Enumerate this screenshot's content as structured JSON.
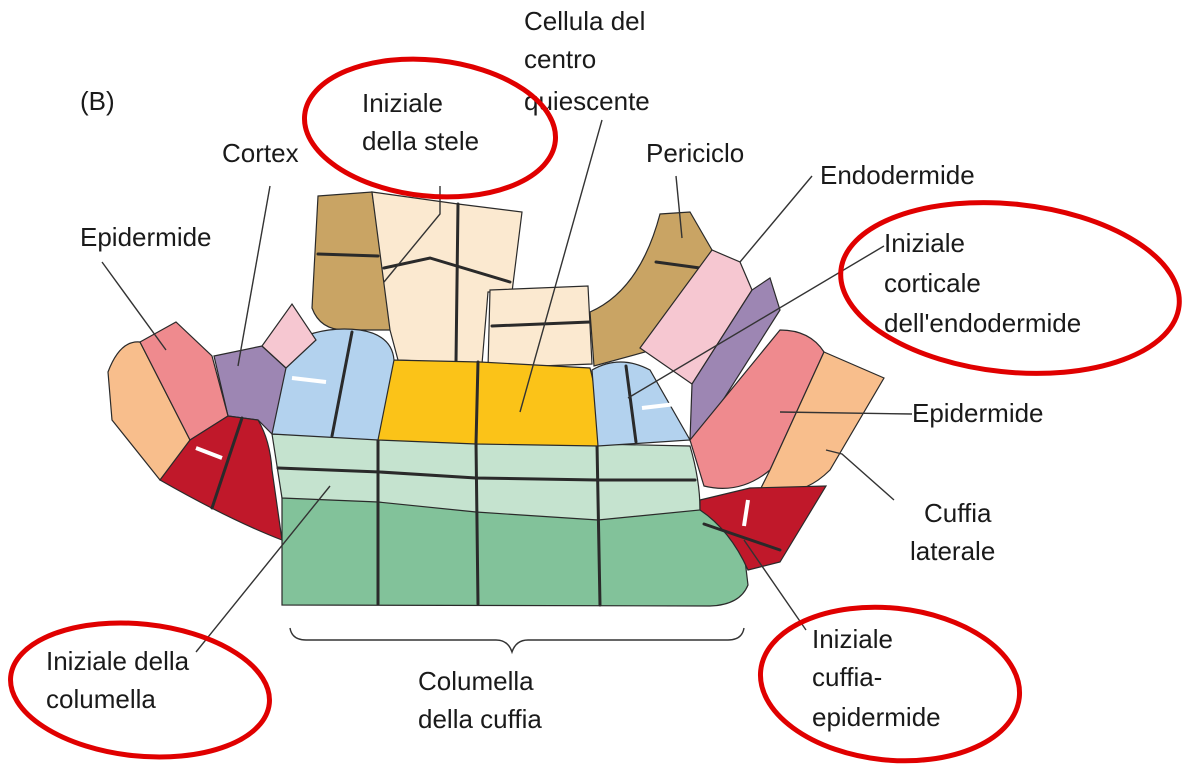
{
  "panel_letter": "(B)",
  "labels": {
    "cellula_centro": [
      "Cellula del",
      "centro",
      "quiescente"
    ],
    "iniziale_stele": [
      "Iniziale",
      "della stele"
    ],
    "cortex": "Cortex",
    "periciclo": "Periciclo",
    "endodermide": "Endodermide",
    "epidermide_left": "Epidermide",
    "iniziale_corticale": [
      "Iniziale",
      "corticale",
      "dell'endodermide"
    ],
    "epidermide_right": "Epidermide",
    "cuffia_laterale": [
      "Cuffia",
      "laterale"
    ],
    "iniziale_columella": [
      "Iniziale della",
      "columella"
    ],
    "columella_cuffia": [
      "Columella",
      "della cuffia"
    ],
    "iniziale_cuffia_epidermide": [
      "Iniziale",
      "cuffia-",
      "epidermide"
    ]
  },
  "colors": {
    "stele_tan": "#c9a464",
    "stele_light": "#fbe9d0",
    "quiescent": "#fbc318",
    "cortex_blue": "#b3d2ee",
    "cortex_purple": "#9d86b3",
    "endoderm_pink": "#f6c7d1",
    "epidermis_pink": "#ef8a8e",
    "lateral_cap": "#f8be8c",
    "initial_red": "#c0182a",
    "columella_light": "#c5e3cf",
    "columella_green": "#82c29a",
    "highlight_red": "#e00000"
  }
}
